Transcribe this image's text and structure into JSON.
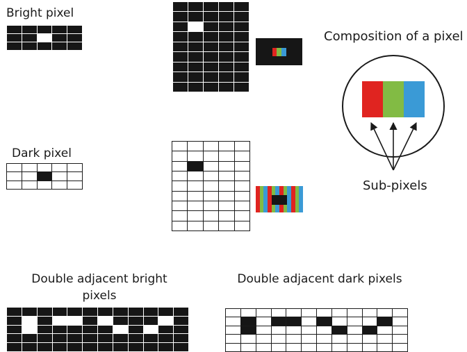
{
  "labels": {
    "bright_pixel": "Bright pixel",
    "dark_pixel": "Dark pixel",
    "composition": "Composition of a pixel",
    "sub_pixels": "Sub-pixels",
    "double_bright_line1": "Double adjacent bright",
    "double_bright_line2": "pixels",
    "double_dark": "Double adjacent dark pixels"
  },
  "colors": {
    "red": "#e02420",
    "green": "#82bb44",
    "blue": "#3a9ad6",
    "black": "#161616",
    "white": "#ffffff"
  },
  "grids": {
    "bright_small": {
      "cols": 5,
      "rows": 3,
      "highlight": [
        [
          2,
          1
        ]
      ]
    },
    "bright_large": {
      "cols": 5,
      "rows": 9,
      "highlight": [
        [
          1,
          2
        ]
      ]
    },
    "dark_small": {
      "cols": 5,
      "rows": 3,
      "highlight": [
        [
          2,
          1
        ]
      ]
    },
    "dark_large": {
      "cols": 5,
      "rows": 9,
      "highlight": [
        [
          1,
          2
        ]
      ]
    },
    "double_bright": {
      "cols": 12,
      "rows": 5,
      "highlight": [
        [
          1,
          1
        ],
        [
          1,
          2
        ],
        [
          3,
          1
        ],
        [
          4,
          1
        ],
        [
          6,
          1
        ],
        [
          7,
          2
        ],
        [
          9,
          2
        ],
        [
          10,
          1
        ]
      ]
    },
    "double_dark": {
      "cols": 12,
      "rows": 5,
      "highlight": [
        [
          1,
          1
        ],
        [
          1,
          2
        ],
        [
          3,
          1
        ],
        [
          4,
          1
        ],
        [
          6,
          1
        ],
        [
          7,
          2
        ],
        [
          9,
          2
        ],
        [
          10,
          1
        ]
      ]
    }
  }
}
